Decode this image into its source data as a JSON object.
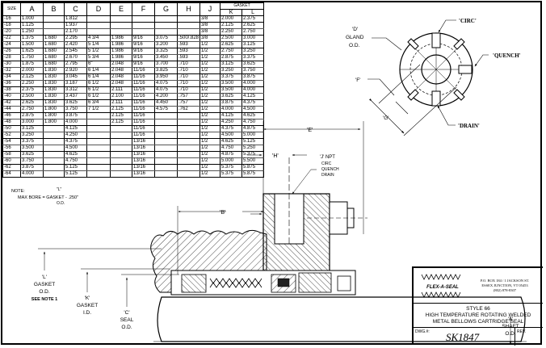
{
  "table": {
    "headers": [
      "SIZE",
      "A",
      "B",
      "C",
      "D",
      "E",
      "F",
      "G",
      "H",
      "J",
      "K",
      "L"
    ],
    "group_header": "GASKET",
    "rows": [
      [
        "-16",
        "1.000",
        "",
        "1.812",
        "",
        "",
        "",
        "",
        "",
        "3/8",
        "2.000",
        "2.375"
      ],
      [
        "-18",
        "1.125",
        "",
        "1.937",
        "",
        "",
        "",
        "",
        "",
        "3/8",
        "2.125",
        "2.625"
      ],
      [
        "-20",
        "1.250",
        "",
        "2.170",
        "",
        "",
        "",
        "",
        "",
        "3/8",
        "2.250",
        "2.750"
      ],
      [
        "-22",
        "1.375",
        "1.680",
        "2.295",
        "4 3/4",
        "1.986",
        "9/16",
        "3.075",
        ".500/.828",
        "3/8",
        "2.500",
        "3.000"
      ],
      [
        "-24",
        "1.500",
        "1.680",
        "2.420",
        "5 1/4",
        "1.986",
        "9/16",
        "3.200",
        ".593",
        "1/2",
        "2.625",
        "3.125"
      ],
      [
        "-26",
        "1.625",
        "1.680",
        "2.545",
        "5 1/2",
        "1.986",
        "9/16",
        "3.325",
        ".593",
        "1/2",
        "2.750",
        "3.250"
      ],
      [
        "-28",
        "1.750",
        "1.680",
        "2.670",
        "5 3/4",
        "1.986",
        "9/16",
        "3.450",
        ".593",
        "1/2",
        "2.875",
        "3.375"
      ],
      [
        "-30",
        "1.875",
        "1.680",
        "2.795",
        "6\"",
        "2.048",
        "9/16",
        "3.700",
        ".710",
        "1/2",
        "3.125",
        "3.625"
      ],
      [
        "-32",
        "2.000",
        "1.830",
        "2.920",
        "6 1/4",
        "2.048",
        "11/16",
        "3.825",
        ".710",
        "1/2",
        "3.250",
        "3.750"
      ],
      [
        "-34",
        "2.125",
        "1.830",
        "3.045",
        "6 1/4",
        "2.048",
        "11/16",
        "3.950",
        ".710",
        "1/2",
        "3.375",
        "3.875"
      ],
      [
        "-36",
        "2.250",
        "1.830",
        "3.187",
        "6 1/2",
        "2.048",
        "11/16",
        "4.075",
        ".710",
        "1/2",
        "3.500",
        "4.000"
      ],
      [
        "-38",
        "2.375",
        "1.830",
        "3.312",
        "6 1/2",
        "2.111",
        "11/16",
        "4.075",
        ".710",
        "1/2",
        "3.500",
        "4.000"
      ],
      [
        "-40",
        "2.500",
        "1.830",
        "3.437",
        "6 1/2",
        "2.100",
        "11/16",
        "4.200",
        ".757",
        "1/2",
        "3.625",
        "4.125"
      ],
      [
        "-42",
        "2.625",
        "1.830",
        "3.625",
        "6 3/4",
        "2.111",
        "11/16",
        "4.450",
        ".757",
        "1/2",
        "3.875",
        "4.375"
      ],
      [
        "-44",
        "2.750",
        "1.800",
        "3.750",
        "7 1/2",
        "2.125",
        "11/16",
        "4.575",
        ".762",
        "1/2",
        "4.000",
        "4.500"
      ],
      [
        "-46",
        "2.875",
        "1.800",
        "3.875",
        "",
        "2.125",
        "11/16",
        "",
        "",
        "1/2",
        "4.125",
        "4.625"
      ],
      [
        "-48",
        "3.000",
        "1.800",
        "4.000",
        "",
        "2.125",
        "11/16",
        "",
        "",
        "1/2",
        "4.250",
        "4.750"
      ],
      [
        "-50",
        "3.125",
        "",
        "4.125",
        "",
        "",
        "11/16",
        "",
        "",
        "1/2",
        "4.375",
        "4.875"
      ],
      [
        "-52",
        "3.250",
        "",
        "4.250",
        "",
        "",
        "11/16",
        "",
        "",
        "1/2",
        "4.500",
        "5.000"
      ],
      [
        "-54",
        "3.375",
        "",
        "4.375",
        "",
        "",
        "13/16",
        "",
        "",
        "1/2",
        "4.625",
        "5.125"
      ],
      [
        "-56",
        "3.500",
        "",
        "4.500",
        "",
        "",
        "13/16",
        "",
        "",
        "1/2",
        "4.750",
        "5.250"
      ],
      [
        "-58",
        "3.625",
        "",
        "4.625",
        "",
        "",
        "13/16",
        "",
        "",
        "1/2",
        "4.875",
        "5.375"
      ],
      [
        "-60",
        "3.750",
        "",
        "4.750",
        "",
        "",
        "13/16",
        "",
        "",
        "1/2",
        "5.000",
        "5.500"
      ],
      [
        "-62",
        "3.875",
        "",
        "5.125",
        "",
        "",
        "13/16",
        "",
        "",
        "1/2",
        "5.375",
        "5.875"
      ],
      [
        "-64",
        "4.000",
        "",
        "5.125",
        "",
        "",
        "13/16",
        "",
        "",
        "1/2",
        "5.375",
        "5.875"
      ]
    ]
  },
  "note": {
    "title": "NOTE:",
    "formula_left": "MAX BORE = GASKET - .250\"",
    "formula_top": "\"L\"",
    "formula_bottom": "O.D."
  },
  "end_view": {
    "circ": "'CIRC'",
    "quench": "'QUENCH'",
    "drain": "'DRAIN'",
    "gland_1": "'D'",
    "gland_2": "GLAND",
    "gland_3": "O.D.",
    "f": "'F'",
    "g": "'G'"
  },
  "section": {
    "e": "'E'",
    "h": "'H'",
    "b": "'B'",
    "npt_1": "'J' NPT",
    "npt_2": "CIRC",
    "npt_3": "QUENCH",
    "npt_4": "DRAIN",
    "l_1": "'L'",
    "l_2": "GASKET",
    "l_3": "O.D.",
    "l_4": "SEE NOTE 1",
    "k_1": "'K'",
    "k_2": "GASKET",
    "k_3": "I.D.",
    "c_1": "'C'",
    "c_2": "SEAL",
    "c_3": "O.D.",
    "a_1": "'A'",
    "a_2": "SHAFT",
    "a_3": "O.D."
  },
  "title_block": {
    "logo": "FLEX-A-SEAL",
    "address_1": "P.O. BOX 184 / 1 JACKSON ST.",
    "address_2": "ESSEX JUNCTION, VT 05453",
    "address_3": "(802) 878-8307",
    "title_1": "STYLE 66",
    "title_2": "HIGH TEMPERATURE ROTATING WELDED",
    "title_3": "METAL BELLOWS CARTRIDGE SEAL",
    "dwg_label": "DWG.#:",
    "dwg_number": "SK1847",
    "rev_label": "REV."
  }
}
